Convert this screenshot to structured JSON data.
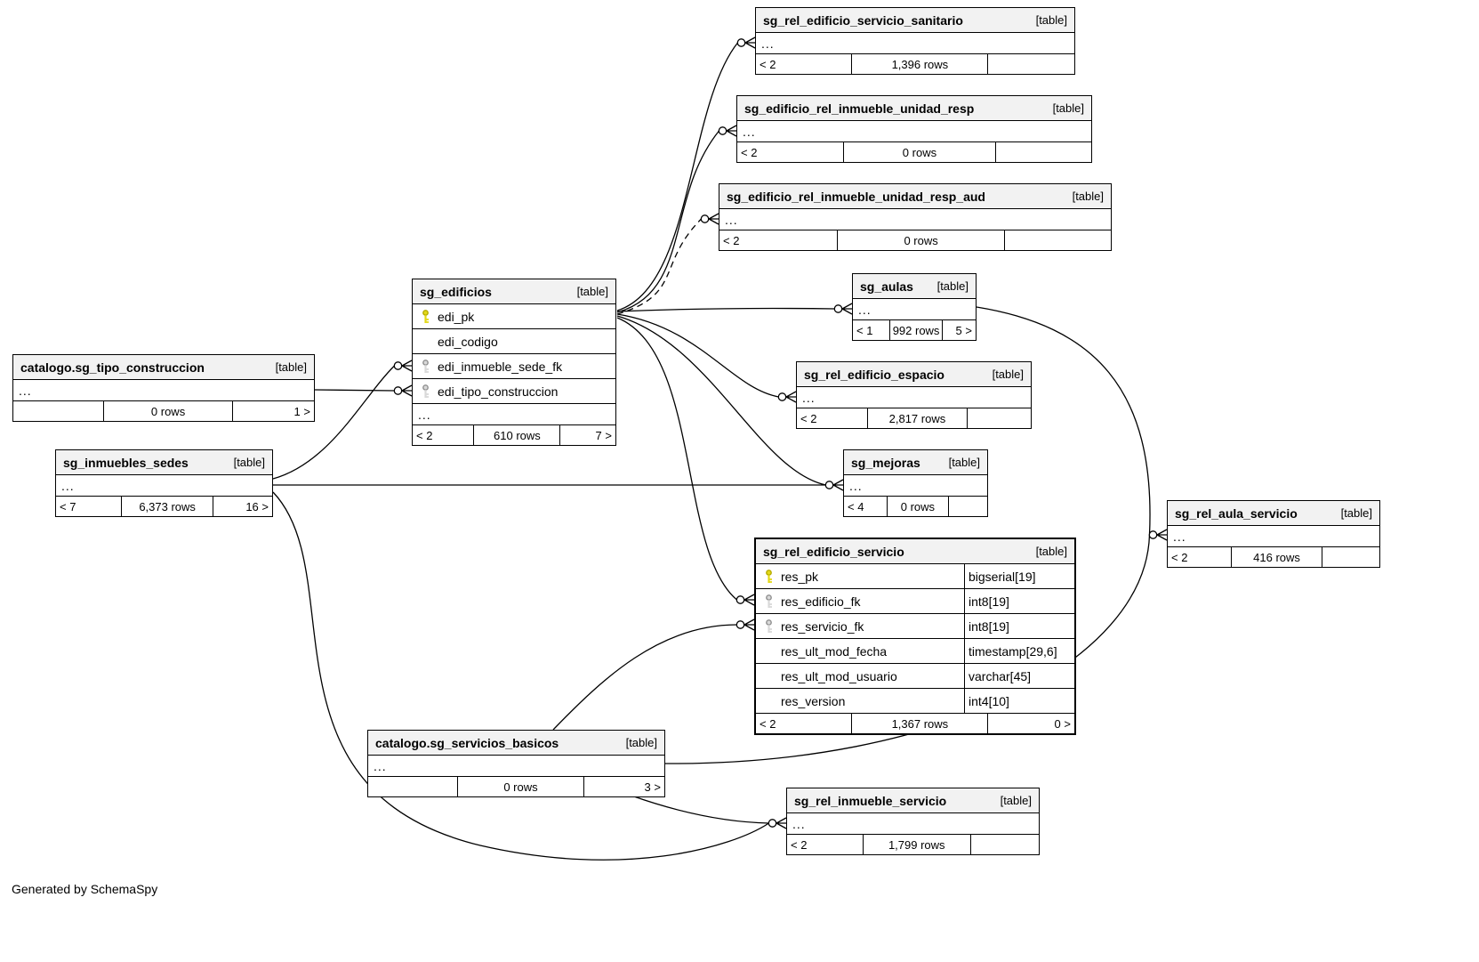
{
  "page": {
    "generated_by": "Generated by SchemaSpy"
  },
  "ellipsis_symbol": "...",
  "colors": {
    "pk_key": "#e3d918",
    "pk_key_stroke": "#b5aa00",
    "fk_key": "#d9d9d9",
    "fk_key_stroke": "#8f8f8f",
    "header_bg": "#f2f2f2",
    "line": "#000000"
  },
  "tables": [
    {
      "id": "sanitario",
      "name": "sg_rel_edificio_servicio_sanitario",
      "tag": "[table]",
      "columns": [],
      "ellipsis": true,
      "footer": {
        "left": "< 2",
        "center": "1,396 rows",
        "right": ""
      }
    },
    {
      "id": "unidad_resp",
      "name": "sg_edificio_rel_inmueble_unidad_resp",
      "tag": "[table]",
      "columns": [],
      "ellipsis": true,
      "footer": {
        "left": "< 2",
        "center": "0 rows",
        "right": ""
      }
    },
    {
      "id": "unidad_resp_aud",
      "name": "sg_edificio_rel_inmueble_unidad_resp_aud",
      "tag": "[table]",
      "columns": [],
      "ellipsis": true,
      "footer": {
        "left": "< 2",
        "center": "0 rows",
        "right": ""
      }
    },
    {
      "id": "edificios",
      "name": "sg_edificios",
      "tag": "[table]",
      "ellipsis": true,
      "columns": [
        {
          "name": "edi_pk",
          "key": "pk",
          "type": ""
        },
        {
          "name": "edi_codigo",
          "key": "",
          "type": ""
        },
        {
          "name": "edi_inmueble_sede_fk",
          "key": "fk",
          "type": ""
        },
        {
          "name": "edi_tipo_construccion",
          "key": "fk",
          "type": ""
        }
      ],
      "footer": {
        "left": "< 2",
        "center": "610 rows",
        "right": "7 >"
      }
    },
    {
      "id": "aulas",
      "name": "sg_aulas",
      "tag": "[table]",
      "columns": [],
      "ellipsis": true,
      "footer": {
        "left": "< 1",
        "center": "992 rows",
        "right": "5 >"
      }
    },
    {
      "id": "espacio",
      "name": "sg_rel_edificio_espacio",
      "tag": "[table]",
      "columns": [],
      "ellipsis": true,
      "footer": {
        "left": "< 2",
        "center": "2,817 rows",
        "right": ""
      }
    },
    {
      "id": "tipo_construccion",
      "name": "catalogo.sg_tipo_construccion",
      "tag": "[table]",
      "columns": [],
      "ellipsis": true,
      "footer": {
        "left": "",
        "center": "0 rows",
        "right": "1 >"
      }
    },
    {
      "id": "inmuebles_sedes",
      "name": "sg_inmuebles_sedes",
      "tag": "[table]",
      "columns": [],
      "ellipsis": true,
      "footer": {
        "left": "< 7",
        "center": "6,373 rows",
        "right": "16 >"
      }
    },
    {
      "id": "mejoras",
      "name": "sg_mejoras",
      "tag": "[table]",
      "columns": [],
      "ellipsis": true,
      "footer": {
        "left": "< 4",
        "center": "0 rows",
        "right": ""
      }
    },
    {
      "id": "rel_edificio_servicio",
      "name": "sg_rel_edificio_servicio",
      "tag": "[table]",
      "ellipsis": false,
      "columns": [
        {
          "name": "res_pk",
          "key": "pk",
          "type": "bigserial[19]"
        },
        {
          "name": "res_edificio_fk",
          "key": "fk",
          "type": "int8[19]"
        },
        {
          "name": "res_servicio_fk",
          "key": "fk",
          "type": "int8[19]"
        },
        {
          "name": "res_ult_mod_fecha",
          "key": "",
          "type": "timestamp[29,6]"
        },
        {
          "name": "res_ult_mod_usuario",
          "key": "",
          "type": "varchar[45]"
        },
        {
          "name": "res_version",
          "key": "",
          "type": "int4[10]"
        }
      ],
      "footer": {
        "left": "< 2",
        "center": "1,367 rows",
        "right": "0 >"
      }
    },
    {
      "id": "rel_aula_servicio",
      "name": "sg_rel_aula_servicio",
      "tag": "[table]",
      "columns": [],
      "ellipsis": true,
      "footer": {
        "left": "< 2",
        "center": "416 rows",
        "right": ""
      }
    },
    {
      "id": "servicios_basicos",
      "name": "catalogo.sg_servicios_basicos",
      "tag": "[table]",
      "columns": [],
      "ellipsis": true,
      "footer": {
        "left": "",
        "center": "0 rows",
        "right": "3 >"
      }
    },
    {
      "id": "rel_inmueble_servicio",
      "name": "sg_rel_inmueble_servicio",
      "tag": "[table]",
      "columns": [],
      "ellipsis": true,
      "footer": {
        "left": "< 2",
        "center": "1,799 rows",
        "right": ""
      }
    }
  ],
  "relationships": [
    {
      "parent": "sg_edificios",
      "child": "sg_rel_edificio_servicio_sanitario",
      "implied": false
    },
    {
      "parent": "sg_edificios",
      "child": "sg_edificio_rel_inmueble_unidad_resp",
      "implied": false
    },
    {
      "parent": "sg_edificios",
      "child": "sg_edificio_rel_inmueble_unidad_resp_aud",
      "implied": true
    },
    {
      "parent": "sg_edificios",
      "child": "sg_aulas",
      "implied": false
    },
    {
      "parent": "sg_edificios",
      "child": "sg_rel_edificio_espacio",
      "implied": false
    },
    {
      "parent": "sg_edificios",
      "child": "sg_mejoras",
      "implied": false
    },
    {
      "parent": "sg_edificios",
      "child": "sg_rel_edificio_servicio.res_edificio_fk",
      "implied": false
    },
    {
      "parent": "catalogo.sg_tipo_construccion",
      "child": "sg_edificios.edi_tipo_construccion",
      "implied": false
    },
    {
      "parent": "sg_inmuebles_sedes",
      "child": "sg_edificios.edi_inmueble_sede_fk",
      "implied": false
    },
    {
      "parent": "sg_inmuebles_sedes",
      "child": "sg_mejoras",
      "implied": false
    },
    {
      "parent": "sg_inmuebles_sedes",
      "child": "sg_rel_inmueble_servicio",
      "implied": false
    },
    {
      "parent": "catalogo.sg_servicios_basicos",
      "child": "sg_rel_edificio_servicio.res_servicio_fk",
      "implied": false
    },
    {
      "parent": "catalogo.sg_servicios_basicos",
      "child": "sg_rel_aula_servicio",
      "implied": false
    },
    {
      "parent": "sg_aulas",
      "child": "sg_rel_aula_servicio",
      "implied": false
    },
    {
      "parent": "catalogo.sg_servicios_basicos",
      "child": "sg_rel_inmueble_servicio",
      "implied": false
    }
  ]
}
